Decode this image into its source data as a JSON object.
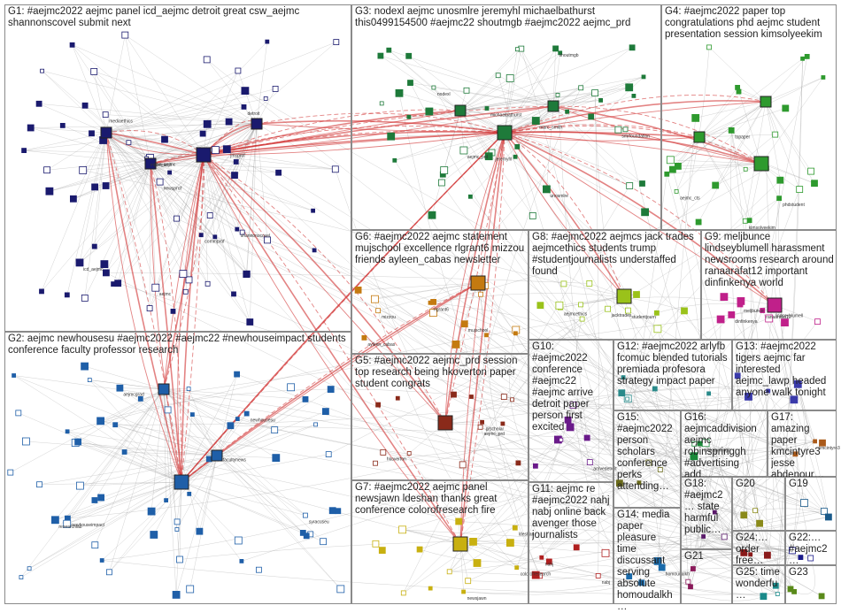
{
  "title": "",
  "groups": [
    {
      "id": "G1",
      "label": "G1: #aejmc2022 aejmc panel icd_aejmc detroit great csw_aejmc shannonscovel submit next",
      "color": "#1a1a6e"
    },
    {
      "id": "G2",
      "label": "G2: aejmc newhousesu #aejmc2022 #aejmc22 #newhouseimpact students conference faculty professor research",
      "color": "#1f5fa8"
    },
    {
      "id": "G3",
      "label": "G3: nodexl aejmc unosmlre jeremyhl michaelbathurst this0499154500 #aejmc22 shoutmgb #aejmc2022 aejmc_prd",
      "color": "#1e7a3a"
    },
    {
      "id": "G4",
      "label": "G4: #aejmc2022 paper top congratulations phd aejmc student presentation session kimsolyeekim",
      "color": "#2e9a2e"
    },
    {
      "id": "G5",
      "label": "G5: #aejmc2022 aejmc_prd session top research being hkoverton paper student congrats",
      "color": "#8a2a1a"
    },
    {
      "id": "G6",
      "label": "G6: #aejmc2022 aejmc statement mujschool excellence rlgrant6 mizzou friends ayleen_cabas newsletter",
      "color": "#c47a10"
    },
    {
      "id": "G7",
      "label": "G7: #aejmc2022 aejmc panel newsjawn ldeshan thanks great conference colorofresearch fire",
      "color": "#c8b010"
    },
    {
      "id": "G8",
      "label": "G8: #aejmc2022 aejmcs jack trades aejmcethics students trump #studentjournalists understaffed found",
      "color": "#9ac21a"
    },
    {
      "id": "G9",
      "label": "G9: meljbunce lindseyblumell harassment newsrooms research around ranaarafat12 important dinfinkenya world",
      "color": "#c0208a"
    },
    {
      "id": "G10",
      "label": "G10: #aejmc2022 conference #aejmc22 #aejmc arrive detroit paper person first excited",
      "color": "#6a1a8a"
    },
    {
      "id": "G11",
      "label": "G11: aejmc re #aejmc2022 nahj nabj online back avenger those journalists",
      "color": "#b02020"
    },
    {
      "id": "G12",
      "label": "G12: #aejmc2022 arlyfb fcomuc blended tutorials premiada profesora strategy impact paper",
      "color": "#2a8a8a"
    },
    {
      "id": "G13",
      "label": "G13: #aejmc2022 tigers aejmc far interested aejmc_lawp headed anyone walk tonight",
      "color": "#3a3aaa"
    },
    {
      "id": "G14",
      "label": "G14: media paper pleasure time discussant serving absolute homoudalkh…",
      "color": "#1a6aaa"
    },
    {
      "id": "G15",
      "label": "G15: #aejmc2022 person scholars conference perks attending…",
      "color": "#6a6a1a"
    },
    {
      "id": "G16",
      "label": "G16: aejmcaddivision aejmc robinspringgh #advertising add…",
      "color": "#1a8a3a"
    },
    {
      "id": "G17",
      "label": "G17: amazing paper kmcintyre3 jesse abdenour…",
      "color": "#aa5a1a"
    },
    {
      "id": "G18",
      "label": "G18: #aejmc2… state harmful public…",
      "color": "#5a1a6a"
    },
    {
      "id": "G19",
      "label": "G19",
      "color": "#1a5a8a"
    },
    {
      "id": "G20",
      "label": "G20",
      "color": "#8a8a1a"
    },
    {
      "id": "G21",
      "label": "G21",
      "color": "#8a1a5a"
    },
    {
      "id": "G22",
      "label": "G22:… #aejmc2…",
      "color": "#1a1a8a"
    },
    {
      "id": "G23",
      "label": "G23",
      "color": "#5a8a1a"
    },
    {
      "id": "G24",
      "label": "G24:… order free…",
      "color": "#8a1a1a"
    },
    {
      "id": "G25",
      "label": "G25: time wonderfu…",
      "color": "#1a8a8a"
    }
  ],
  "node_labels": {
    "G1": [
      "shannonscovel",
      "icd_aejmc",
      "csw_aejmc",
      "aejmc",
      "detroit",
      "mediaethics",
      "newsprof",
      "jmcprof",
      "commprof",
      "mjresearch"
    ],
    "G2": [
      "newhousesu",
      "aejmcgrad",
      "newhouseimpact",
      "syracuseu",
      "facultynews",
      "researchlab"
    ],
    "G3": [
      "nodexl",
      "unosmlre",
      "jeremyhl",
      "michaelbathurst",
      "shoutmgb",
      "aejmc_prd",
      "smrfoundation",
      "marc_smith"
    ],
    "G4": [
      "kimsolyeekim",
      "aejmc_cts",
      "phdstudent",
      "topaper"
    ],
    "G5": [
      "hkoverton",
      "aejmc_prd",
      "prscholar"
    ],
    "G6": [
      "mujschool",
      "rlgrant6",
      "mizzou",
      "ayleen_cabas"
    ],
    "G7": [
      "newsjawn",
      "ldeshan",
      "colorofresearch"
    ],
    "G8": [
      "aejmcethics",
      "jacktrades",
      "studentjourn"
    ],
    "G9": [
      "meljbunce",
      "lindseyblumell",
      "ranaarafat12",
      "dinfinkenya"
    ],
    "G10": [
      "arrivedetroit"
    ],
    "G11": [
      "nahj",
      "nabj"
    ],
    "G14": [
      "homoudalkh"
    ],
    "G16": [
      "robinspringgh"
    ],
    "G17": [
      "kmcintyre3"
    ]
  },
  "colors": {
    "edge": "#9a9a9a",
    "hub_edge": "#d03030",
    "box_border": "#8a8a8a"
  }
}
